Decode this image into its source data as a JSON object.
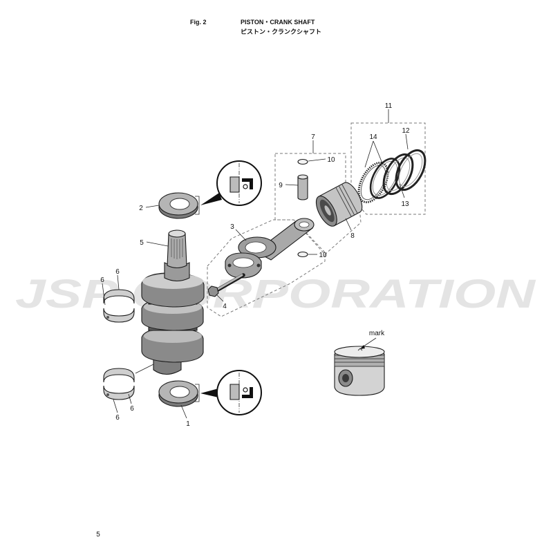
{
  "header": {
    "fig_label": "Fig. 2",
    "title_en": "PISTON・CRANK SHAFT",
    "title_ja": "ピストン・クランクシャフト"
  },
  "callouts": [
    "11",
    "7",
    "14",
    "12",
    "10",
    "9",
    "2",
    "3",
    "8",
    "13",
    "5",
    "10",
    "6",
    "6",
    "4",
    "6",
    "6",
    "1"
  ],
  "mark_label": "mark",
  "watermark": "JSP CORPORATION",
  "page_number": "5"
}
